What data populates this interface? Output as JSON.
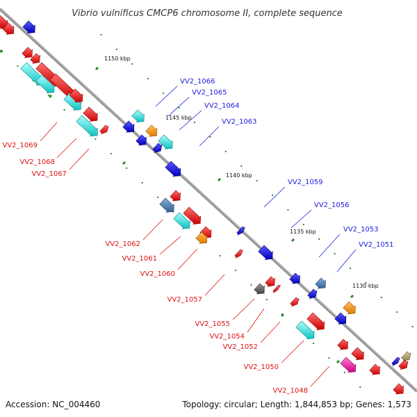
{
  "title": "Vibrio vulnificus CMCP6 chromosome II, complete sequence",
  "footer": {
    "accession": "Accession: NC_004460",
    "summary": "Topology: circular; Length: 1,844,853 bp; Genes: 1,573"
  },
  "kbp_labels": [
    "1150 kbp",
    "1145 kbp",
    "1140 kbp",
    "1135 kbp",
    "1130 kbp"
  ],
  "colors": {
    "forward_label": "#1a1adf",
    "reverse_label": "#e01010",
    "backbone": "#808080",
    "tick": "#2a8a2a",
    "red": "#ee1111",
    "blue": "#1111dd",
    "cyan": "#22dddd",
    "orange": "#ff9900",
    "steel": "#4a7fb5",
    "gray": "#666666",
    "magenta": "#ee2aa8",
    "olive": "#b8a860"
  },
  "forward_genes": [
    "VV2_1066",
    "VV2_1065",
    "VV2_1064",
    "VV2_1063",
    "VV2_1059",
    "VV2_1056",
    "VV2_1053",
    "VV2_1051"
  ],
  "reverse_genes": [
    "VV2_1069",
    "VV2_1068",
    "VV2_1067",
    "VV2_1062",
    "VV2_1061",
    "VV2_1060",
    "VV2_1057",
    "VV2_1055",
    "VV2_1054",
    "VV2_1052",
    "VV2_1050",
    "VV2_1048"
  ]
}
